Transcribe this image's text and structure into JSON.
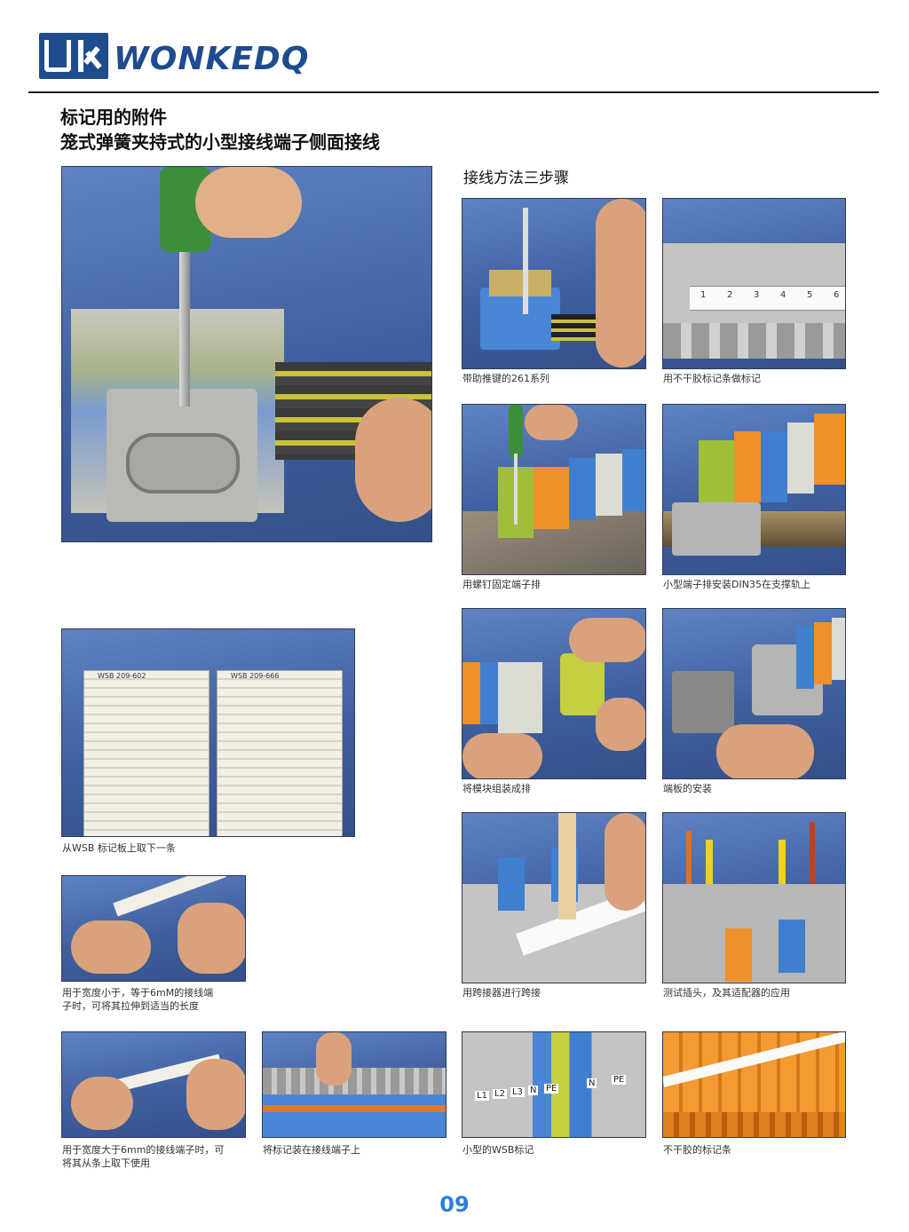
{
  "header": {
    "brand_text": "WONKEDQ",
    "title_line1": "标记用的附件",
    "title_line2": "笼式弹簧夹持式的小型接线端子侧面接线"
  },
  "section": {
    "steps_heading": "接线方法三步骤"
  },
  "captions": {
    "p1": "带助推键的261系列",
    "p2": "用不干胶标记条做标记",
    "p3": "用螺钉固定端子排",
    "p4": "小型端子排安装DIN35在支撑轨上",
    "p5": "将模块组装成排",
    "p6": "端板的安装",
    "p7": "从WSB 标记板上取下一条",
    "p8_line1": "用于宽度小于，等于6mM的接线端",
    "p8_line2": "子时，可将其拉伸到适当的长度",
    "p9": "用跨接器进行跨接",
    "p10": "测试插头，及其适配器的应用",
    "p11_line1": "用于宽度大于6mm的接线端子时，可",
    "p11_line2": "将其从条上取下使用",
    "p12": "将标记装在接线端子上",
    "p13": "小型的WSB标记",
    "p14": "不干胶的标记条"
  },
  "photo_labels": {
    "marker_numbers": [
      "1",
      "2",
      "3",
      "4",
      "5",
      "6"
    ],
    "card_left": "WSB 209-602",
    "card_right": "WSB 209-666",
    "wsb_small": [
      "L1",
      "L2",
      "L3",
      "N",
      "PE",
      "N",
      "PE"
    ],
    "strip_numbers": [
      "1",
      "2",
      "3",
      "4",
      "5"
    ]
  },
  "page": {
    "number": "09"
  },
  "colors": {
    "brand_blue": "#1f4b8f",
    "page_number": "#2f7ed8",
    "photo_bg": "#4a6fb0",
    "terminal_gray": "#bfbfbf",
    "terminal_orange": "#f0902a",
    "terminal_blue": "#3f7fd0",
    "terminal_green": "#9fbf3a"
  }
}
